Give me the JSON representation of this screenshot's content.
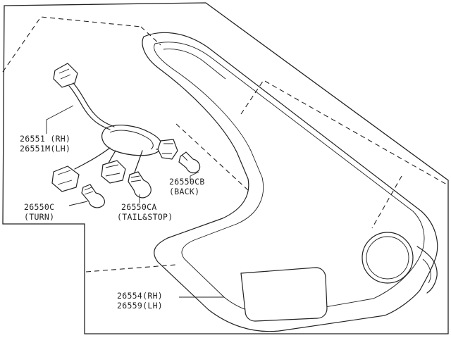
{
  "parts": [
    {
      "number": "26551 (RH)",
      "number2": "26551M(LH)"
    },
    {
      "number": "26550CB",
      "note": "(BACK)"
    },
    {
      "number": "26550C",
      "note": "(TURN)"
    },
    {
      "number": "26550CA",
      "note": "(TAIL&STOP)"
    },
    {
      "number": "26554(RH)",
      "number2": "26559(LH)"
    }
  ]
}
